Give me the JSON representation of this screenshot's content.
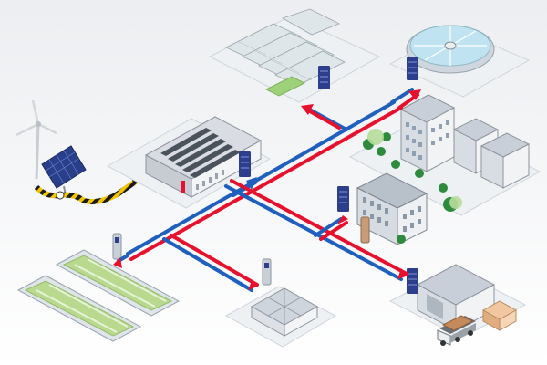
{
  "diagram": {
    "colors": {
      "hot_pipe": "#e8112d",
      "cold_pipe": "#1f5fbf",
      "heat_exchanger": "#2d3f8c",
      "platform": "#eef1f4",
      "building": "#e6e9ee",
      "roof": "#c9cfd8",
      "greenery": "#6aa84f",
      "tree": "#2e8b3d",
      "cable_yellow": "#f2c400",
      "sky": "#f7f8fa"
    },
    "nodes": [
      {
        "id": "greenhouses",
        "icon": "greenhouse-icon"
      },
      {
        "id": "water-treatment-plant",
        "icon": "clarifier-tank-icon"
      },
      {
        "id": "wind-turbine",
        "icon": "wind-turbine-icon"
      },
      {
        "id": "solar-panel",
        "icon": "solar-panel-icon"
      },
      {
        "id": "data-center",
        "icon": "data-center-icon"
      },
      {
        "id": "residential-district",
        "icon": "apartment-buildings-icon"
      },
      {
        "id": "office-building",
        "icon": "office-building-icon"
      },
      {
        "id": "wastewater-basins",
        "icon": "settling-basin-icon"
      },
      {
        "id": "pumping-station",
        "icon": "pump-station-icon"
      },
      {
        "id": "warehouse",
        "icon": "warehouse-icon"
      },
      {
        "id": "delivery-truck",
        "icon": "truck-icon"
      }
    ],
    "legend": []
  }
}
